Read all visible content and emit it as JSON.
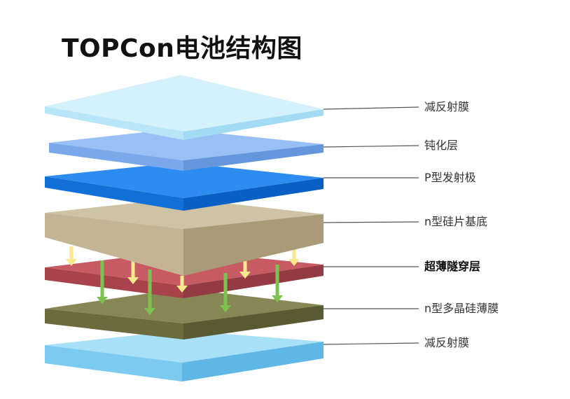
{
  "title": "TOPCon电池结构图",
  "layers": [
    {
      "label": "减反射膜",
      "color": "#cdeefb",
      "bold": false
    },
    {
      "label": "钝化层",
      "color": "#8bb8f2",
      "bold": false
    },
    {
      "label": "P型发射极",
      "color": "#1e7fe8",
      "bold": false
    },
    {
      "label": "n型硅片基底",
      "color": "#c9bc9c",
      "bold": false
    },
    {
      "label": "超薄隧穿层",
      "color": "#c4515b",
      "bold": true
    },
    {
      "label": "n型多晶硅薄膜",
      "color": "#7b7b4a",
      "bold": false
    },
    {
      "label": "减反射膜",
      "color": "#8fd6f6",
      "bold": false
    }
  ],
  "arrow_colors": {
    "yellow": "#f6e98e",
    "green": "#7cc24e"
  }
}
